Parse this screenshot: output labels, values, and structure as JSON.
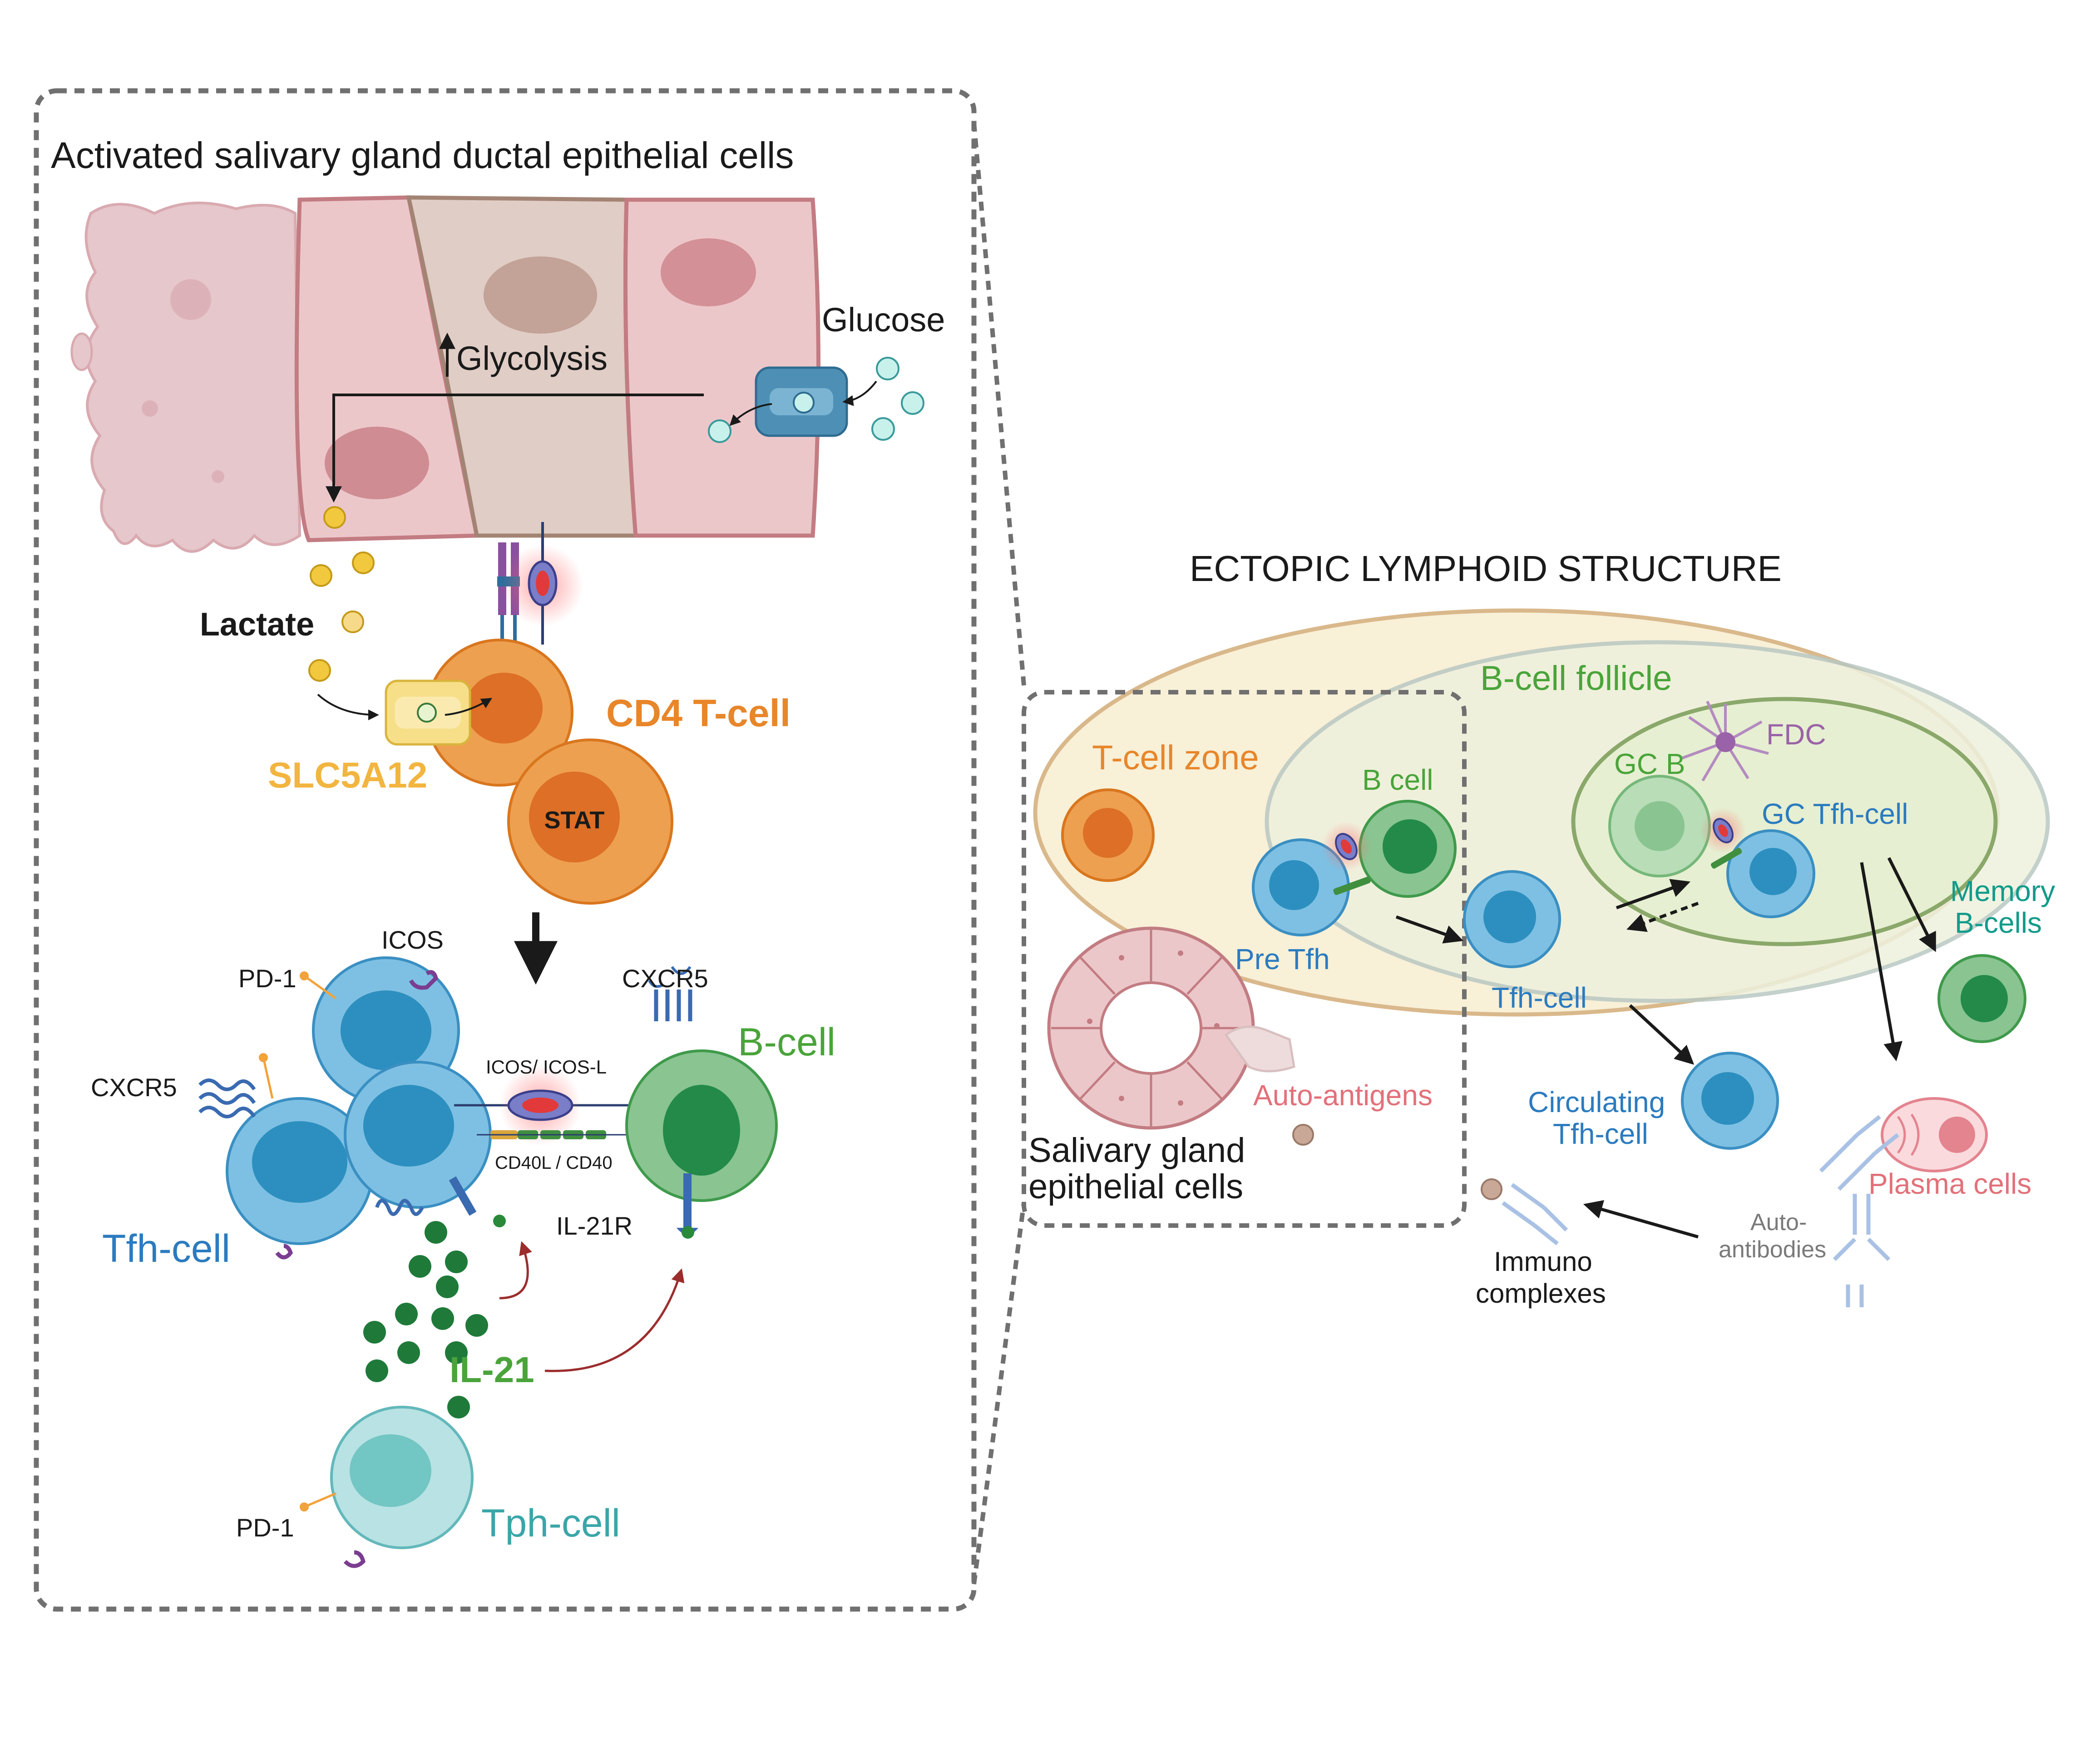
{
  "left_panel": {
    "title": "Activated salivary gland ductal epithelial cells",
    "glycolysis": "Glycolysis",
    "glucose": "Glucose",
    "lactate": "Lactate",
    "slc": "SLC5A12",
    "cd4": "CD4 T-cell",
    "stat": "STAT",
    "pd1_top": "PD-1",
    "icos": "ICOS",
    "cxcr5_left": "CXCR5",
    "cxcr5_right": "CXCR5",
    "icos_icosl": "ICOS/ ICOS-L",
    "cd40l_cd40": "CD40L / CD40",
    "il21r": "IL-21R",
    "tfh": "Tfh-cell",
    "bcell": "B-cell",
    "il21": "IL-21",
    "pd1_bottom": "PD-1",
    "tph": "Tph-cell"
  },
  "right_panel": {
    "title": "ECTOPIC LYMPHOID STRUCTURE",
    "bcell_follicle": "B-cell follicle",
    "tcell_zone": "T-cell zone",
    "b_cell": "B cell",
    "gc_b": "GC B",
    "fdc": "FDC",
    "gc_tfh": "GC Tfh-cell",
    "memory": "Memory",
    "memory2": "B-cells",
    "pre_tfh": "Pre Tfh",
    "tfh_cell": "Tfh-cell",
    "auto_antigens": "Auto-antigens",
    "circulating": "Circulating",
    "circulating2": "Tfh-cell",
    "salivary": "Salivary gland",
    "salivary2": "epithelial cells",
    "plasma": "Plasma cells",
    "auto_ab1": "Auto-",
    "auto_ab2": "antibodies",
    "immuno1": "Immuno",
    "immuno2": "complexes"
  },
  "colors": {
    "orange": "#e8862a",
    "tfh_blue": "#2b7bbf",
    "bcell_green": "#4aa43a",
    "tph_teal": "#3aa6a8",
    "slc_yellow": "#f2b540",
    "auto_pink": "#e2717a",
    "memory_teal": "#119b8a",
    "fdc_purple": "#9a62a8"
  }
}
